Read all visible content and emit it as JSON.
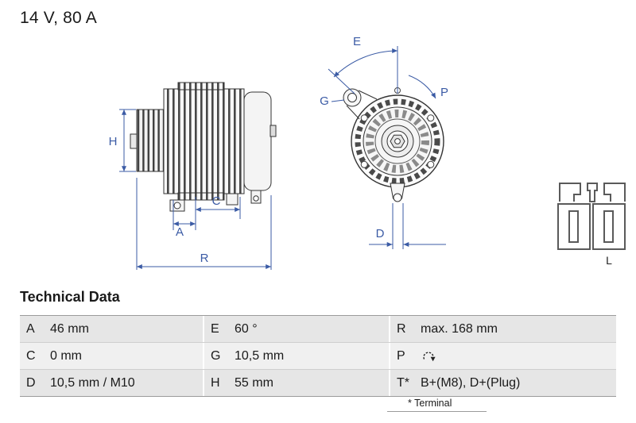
{
  "header": {
    "rating": "14 V, 80 A"
  },
  "diagram": {
    "labels": {
      "h": "H",
      "a": "A",
      "c": "C",
      "r": "R",
      "e": "E",
      "g": "G",
      "p": "P",
      "d": "D"
    },
    "connector_label": "L",
    "dimension_color": "#3b5ba5"
  },
  "technical_data": {
    "title": "Technical Data",
    "rows": [
      {
        "cells": [
          {
            "label": "A",
            "value": "46 mm"
          },
          {
            "label": "E",
            "value": "60 °"
          },
          {
            "label": "R",
            "value": "max. 168 mm"
          }
        ]
      },
      {
        "cells": [
          {
            "label": "C",
            "value": "0 mm"
          },
          {
            "label": "G",
            "value": "10,5 mm"
          },
          {
            "label": "P",
            "value": "",
            "icon": "clockwise-rotation-icon"
          }
        ]
      },
      {
        "cells": [
          {
            "label": "D",
            "value": "10,5 mm / M10"
          },
          {
            "label": "H",
            "value": "55 mm"
          },
          {
            "label": "T*",
            "value": "B+(M8), D+(Plug)"
          }
        ]
      }
    ],
    "footnote": "* Terminal"
  }
}
